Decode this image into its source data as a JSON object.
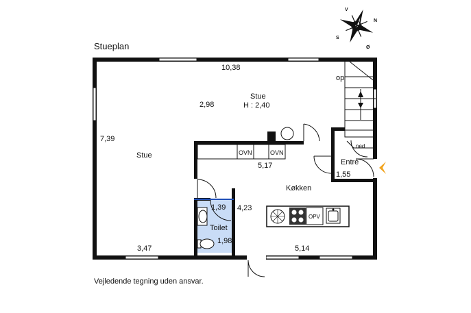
{
  "title": "Stueplan",
  "disclaimer": "Vejledende tegning uden ansvar.",
  "compass": {
    "n": "N",
    "s": "S",
    "v": "V",
    "o": "Ø"
  },
  "colors": {
    "wall": "#111111",
    "toilet_fill": "#c9dcf6",
    "toilet_wall": "#1f4fb8",
    "entry_arrow": "#f2a41f"
  },
  "labels": {
    "stue_top_dim": "10,38",
    "stair_op": "op",
    "stue_main_name": "Stue",
    "stue_main_height": "H : 2,40",
    "stue_main_dim": "2,98",
    "stue_left_dim": "7,39",
    "stue_left_name": "Stue",
    "oven1": "OVN",
    "oven2": "OVN",
    "kitchen_top_dim": "5,17",
    "stair_ned": "ned",
    "entre": "Entré",
    "entre_dim": "1,55",
    "kitchen": "Køkken",
    "toilet_dim_top": "1,39",
    "wall_dim": "4,23",
    "opv": "OPV",
    "toilet": "Toilet",
    "toilet_dim": "1,98",
    "stue_bottom_dim": "3,47",
    "kitchen_bottom_dim": "5,14"
  }
}
